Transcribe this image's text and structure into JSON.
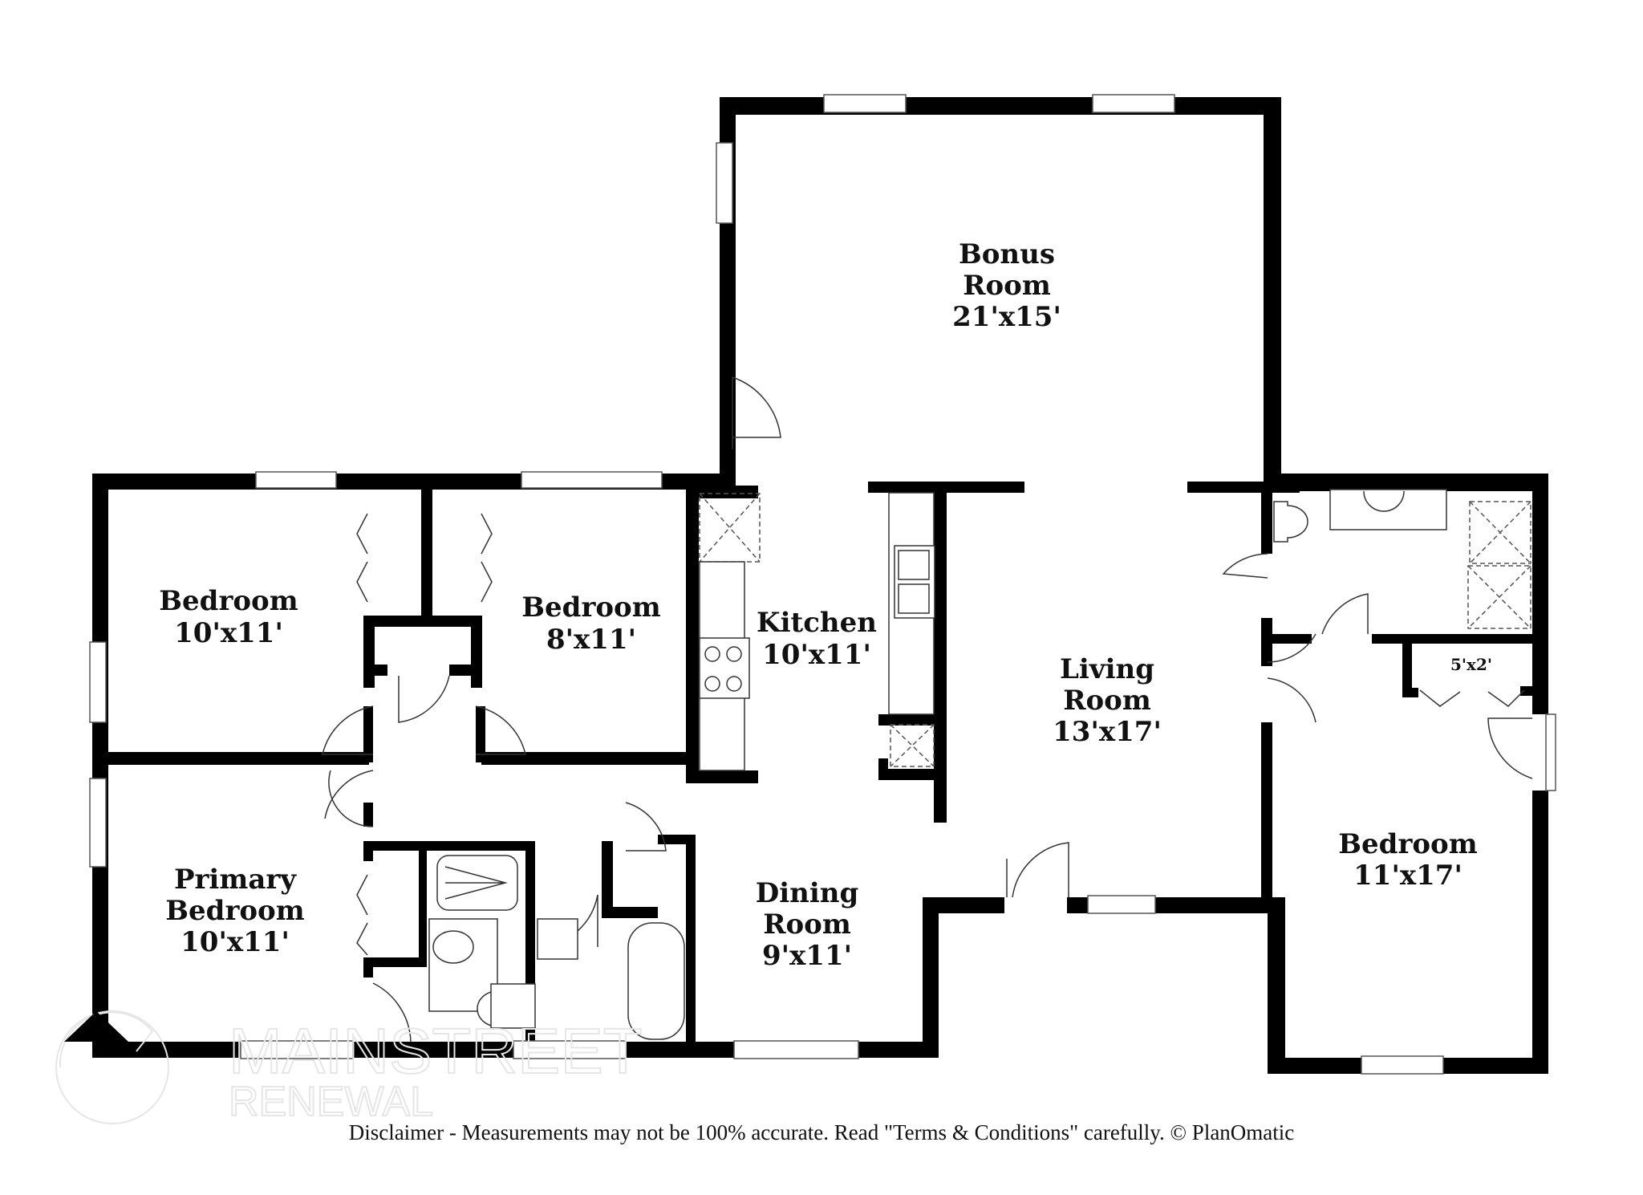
{
  "floorplan": {
    "rooms": [
      {
        "id": "bonus-room",
        "name_lines": [
          "Bonus",
          "Room"
        ],
        "dimensions": "21'x15'"
      },
      {
        "id": "bedroom-1",
        "name_lines": [
          "Bedroom"
        ],
        "dimensions": "10'x11'"
      },
      {
        "id": "bedroom-2",
        "name_lines": [
          "Bedroom"
        ],
        "dimensions": "8'x11'"
      },
      {
        "id": "kitchen",
        "name_lines": [
          "Kitchen"
        ],
        "dimensions": "10'x11'"
      },
      {
        "id": "living-room",
        "name_lines": [
          "Living",
          "Room"
        ],
        "dimensions": "13'x17'"
      },
      {
        "id": "primary-bedroom",
        "name_lines": [
          "Primary",
          "Bedroom"
        ],
        "dimensions": "10'x11'"
      },
      {
        "id": "dining-room",
        "name_lines": [
          "Dining",
          "Room"
        ],
        "dimensions": "9'x11'"
      },
      {
        "id": "bedroom-3",
        "name_lines": [
          "Bedroom"
        ],
        "dimensions": "11'x17'"
      },
      {
        "id": "closet",
        "name_lines": [],
        "dimensions": "5'x2'"
      }
    ],
    "colors": {
      "wall": "#000000",
      "background": "#ffffff",
      "watermark": "#e6e6e6"
    }
  },
  "watermark": {
    "line1": "MAINSTREET",
    "line2": "RENEWAL",
    "mark": "®"
  },
  "footer": {
    "disclaimer": "Disclaimer - Measurements may not be 100% accurate. Read \"Terms & Conditions\" carefully. © PlanOmatic"
  }
}
